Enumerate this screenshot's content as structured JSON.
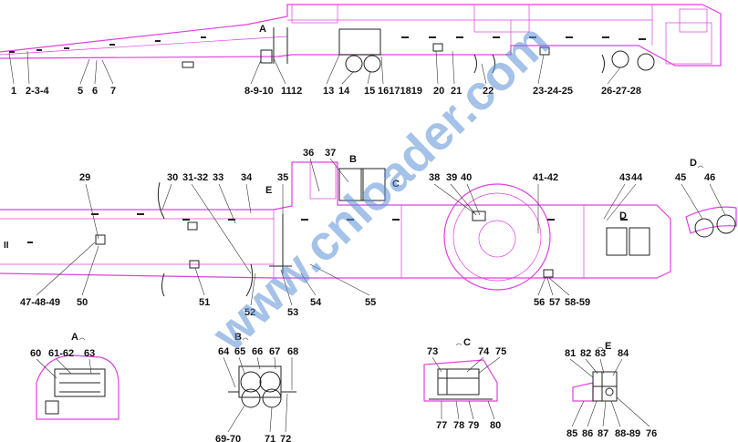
{
  "top_callouts": [
    "1",
    "2-3-4",
    "5",
    "6",
    "7",
    "8-9-10",
    "1112",
    "13",
    "14",
    "15",
    "16171819",
    "20",
    "21",
    "22",
    "23-24-25",
    "26-27-28"
  ],
  "mid_top_callouts": [
    "29",
    "30",
    "31-32",
    "33",
    "34",
    "35",
    "36",
    "37",
    "38",
    "39",
    "40",
    "41-42",
    "43",
    "44",
    "45",
    "46"
  ],
  "mid_bottom_callouts": [
    "47-48-49",
    "50",
    "51",
    "52",
    "53",
    "54",
    "55",
    "56",
    "57",
    "58-59"
  ],
  "view_labels": {
    "a": "A",
    "b": "B",
    "c": "C",
    "d": "D",
    "e": "E"
  },
  "view_captions": {
    "a": "A",
    "b": "B",
    "c": "C",
    "d": "D",
    "e": "E"
  },
  "detail_a_callouts": [
    "60",
    "61-62",
    "63"
  ],
  "detail_b_callouts": [
    "64",
    "65",
    "66",
    "67",
    "68",
    "69-70",
    "71",
    "72"
  ],
  "detail_c_callouts": [
    "73",
    "74",
    "75",
    "77",
    "78",
    "79",
    "80"
  ],
  "detail_e_callouts": [
    "81",
    "82",
    "83",
    "84",
    "85",
    "86",
    "87",
    "88-89",
    "76"
  ],
  "watermark": "www.cnloader.com",
  "colors": {
    "frame": "#e040e0",
    "ink": "#222222",
    "watermark": "#5b8fd6"
  }
}
